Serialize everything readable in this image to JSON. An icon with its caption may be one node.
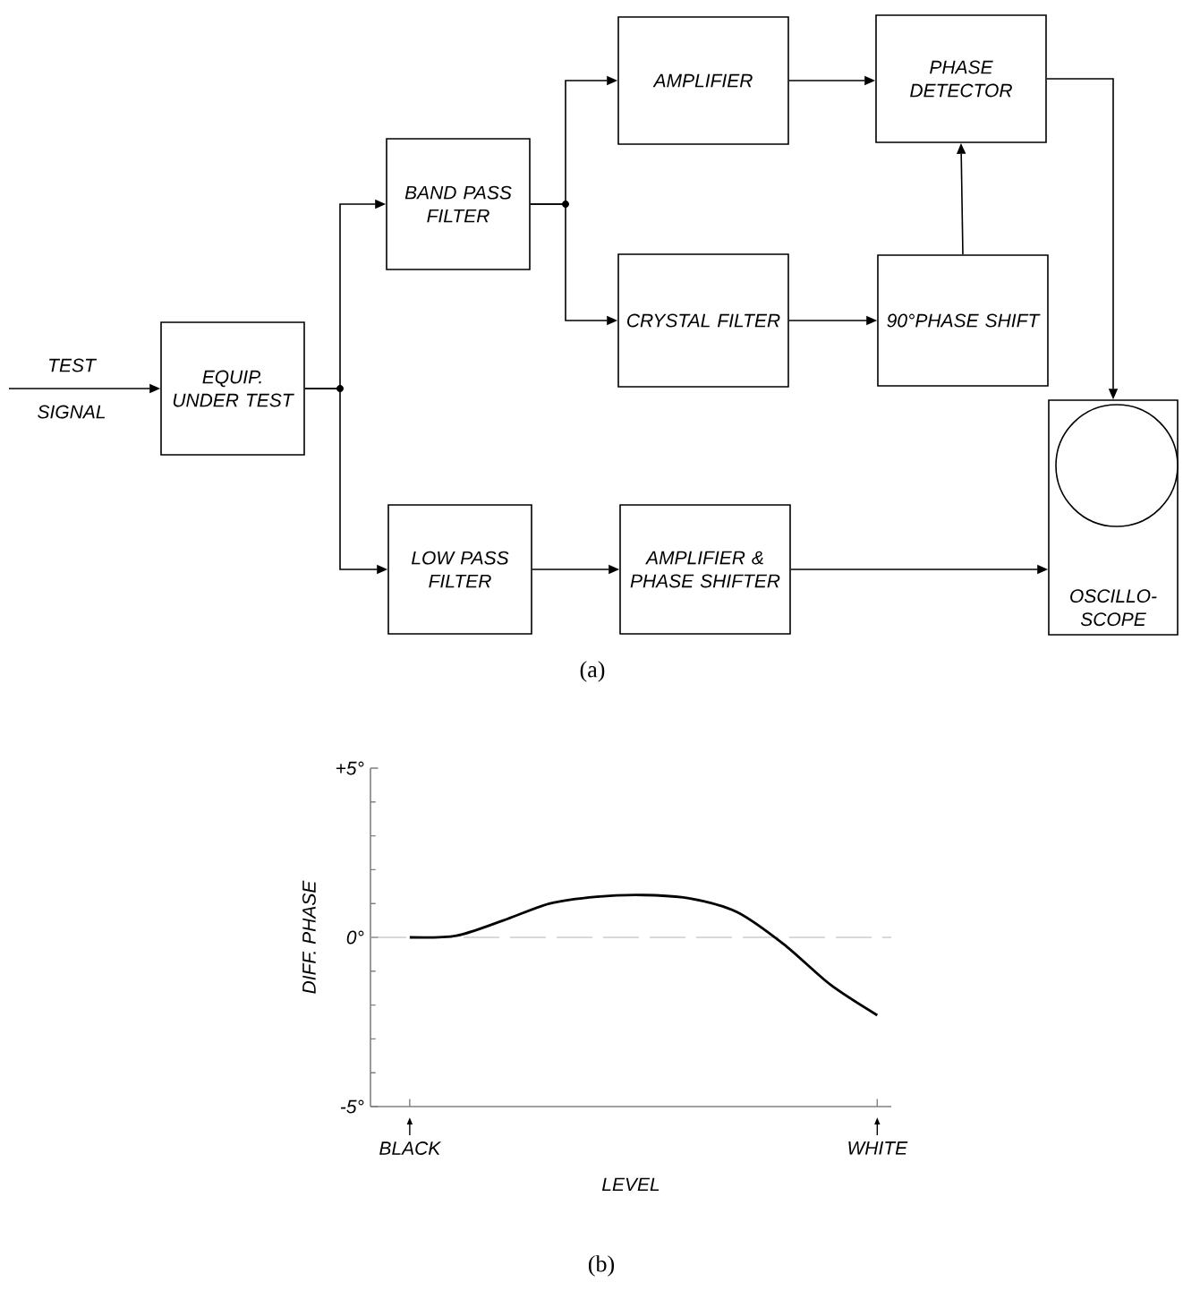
{
  "diagram": {
    "nodes": [
      {
        "text": [
          "EQUIP. UNDER TEST"
        ]
      },
      {
        "text": [
          "BAND PASS FILTER"
        ]
      },
      {
        "text": [
          "AMPLIFIER"
        ]
      },
      {
        "text": [
          "PHASE DETECTOR"
        ]
      },
      {
        "text": [
          "CRYSTAL FILTER"
        ]
      },
      {
        "text": [
          "90°PHASE SHIFT"
        ]
      },
      {
        "text": [
          "LOW PASS FILTER"
        ]
      },
      {
        "text": [
          "AMPLIFIER & PHASE SHIFTER"
        ]
      },
      {
        "text": [
          "OSCILLO- SCOPE"
        ]
      }
    ],
    "edges": [
      {
        "from": null,
        "to": 0,
        "arrow": "to",
        "label": "TEST SIGNAL"
      },
      {
        "from": 0,
        "to": 1,
        "arrow": "to"
      },
      {
        "from": 0,
        "to": 6,
        "arrow": "to"
      },
      {
        "from": 1,
        "to": 2,
        "arrow": "to"
      },
      {
        "from": 1,
        "to": 4,
        "arrow": "to"
      },
      {
        "from": 2,
        "to": 3,
        "arrow": "to"
      },
      {
        "from": 4,
        "to": 5,
        "arrow": "to"
      },
      {
        "from": 5,
        "to": 3,
        "arrow": "to"
      },
      {
        "from": 3,
        "to": 8,
        "arrow": "to"
      },
      {
        "from": 6,
        "to": 7,
        "arrow": "to"
      },
      {
        "from": 7,
        "to": 8,
        "arrow": "to"
      }
    ],
    "labels": [
      "(a)",
      "(b)"
    ],
    "chart_data": {
      "type": "line",
      "xlabel": "LEVEL",
      "ylabel": "DIFF. PHASE",
      "categories": [
        "BLACK",
        null,
        null,
        null,
        null,
        null,
        null,
        null,
        null,
        null,
        "WHITE"
      ],
      "series": [
        {
          "color": "#000000",
          "values": [
            0,
            0.05,
            0.5,
            1.0,
            1.2,
            1.25,
            1.15,
            0.75,
            -0.2,
            -1.4,
            -2.3
          ]
        }
      ],
      "ylim": [
        -5,
        5
      ],
      "yticks": [
        {
          "value": -5,
          "label": "-5°"
        },
        {
          "value": 0,
          "label": "0°"
        },
        {
          "value": 5,
          "label": "+5°"
        }
      ]
    }
  }
}
